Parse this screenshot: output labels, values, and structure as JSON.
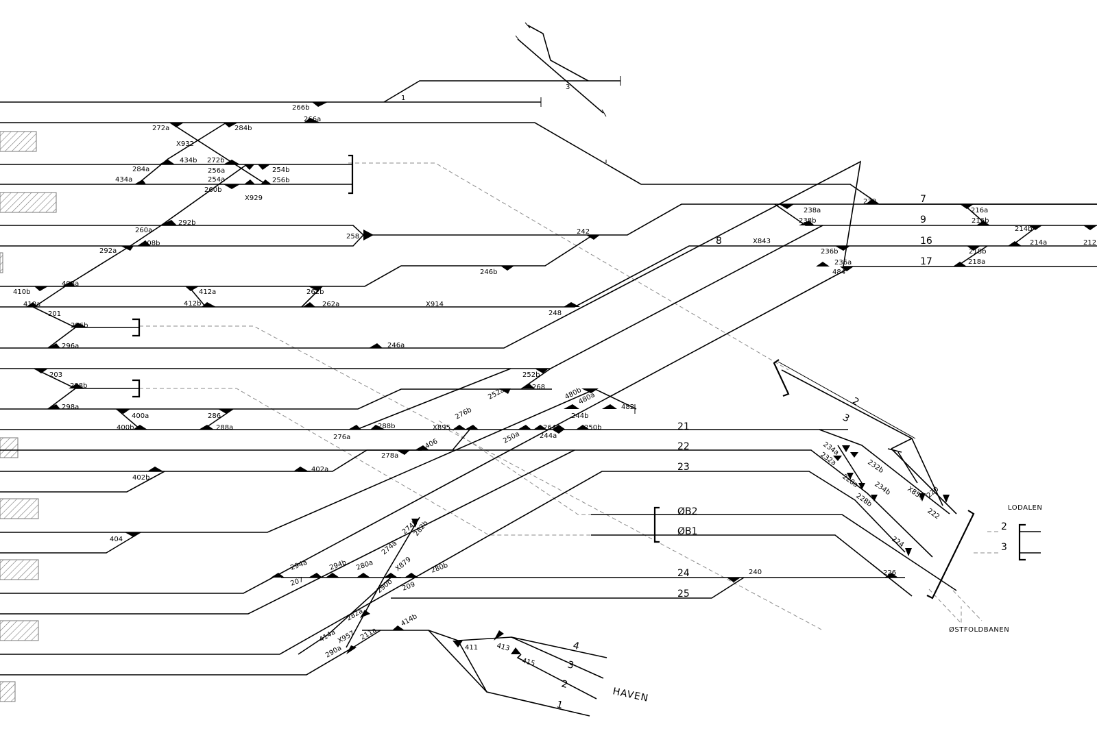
{
  "track_numbers": [
    "7",
    "9",
    "16",
    "17",
    "8",
    "21",
    "22",
    "23",
    "ØB2",
    "ØB1",
    "24",
    "25",
    "2",
    "3",
    "2",
    "3",
    "4",
    "3",
    "2",
    "1",
    "1",
    "3"
  ],
  "switch_labels": [
    "266b",
    "266a",
    "272a",
    "284b",
    "X932",
    "284a",
    "434b",
    "272b",
    "256a",
    "254b",
    "434a",
    "254a",
    "256b",
    "260b",
    "X929",
    "260a",
    "292b",
    "292a",
    "408b",
    "258",
    "242",
    "408a",
    "246b",
    "410b",
    "412a",
    "262b",
    "410a",
    "412b",
    "262a",
    "201",
    "X914",
    "248",
    "296b",
    "296a",
    "246a",
    "203",
    "252b",
    "298b",
    "268",
    "298a",
    "252a",
    "480b",
    "400a",
    "286",
    "480a",
    "482",
    "400b",
    "288a",
    "244b",
    "276a",
    "288b",
    "X895",
    "276b",
    "264",
    "250b",
    "250a",
    "244a",
    "406",
    "278a",
    "402a",
    "402b",
    "404",
    "294a",
    "294b",
    "280a",
    "274a",
    "274b",
    "282b",
    "207",
    "X879",
    "280b",
    "290b",
    "209",
    "282a",
    "414a",
    "X957",
    "414b",
    "211a",
    "290a",
    "411",
    "413",
    "415",
    "238a",
    "230",
    "216a",
    "238b",
    "216b",
    "214b",
    "212",
    "X843",
    "236b",
    "214a",
    "218b",
    "236a",
    "218a",
    "484",
    "234a",
    "232a",
    "232b",
    "228a",
    "234b",
    "X854",
    "220",
    "228b",
    "222",
    "224",
    "226",
    "240"
  ],
  "destinations": {
    "lodalen": "LODALEN",
    "ostfoldbanen": "ØSTFOLDBANEN",
    "haven": "HAVEN"
  },
  "colors": {
    "track": "#000000",
    "reference_dash": "#8a8a8a",
    "platform_hatch": "#777777",
    "background": "#ffffff"
  }
}
